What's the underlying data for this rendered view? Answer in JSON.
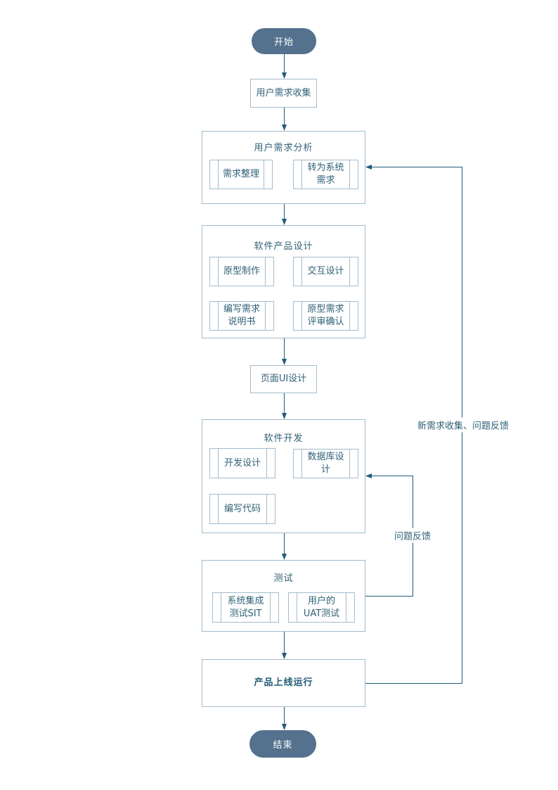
{
  "diagram": {
    "type": "flowchart",
    "nodes": {
      "start": "开始",
      "collect": "用户需求收集",
      "analysis_title": "用户需求分析",
      "analysis_sort": "需求整理",
      "analysis_to_system": "转为系统\n需求",
      "design_title": "软件产品设计",
      "design_prototype": "原型制作",
      "design_interaction": "交互设计",
      "design_spec": "编写需求\n说明书",
      "design_review": "原型需求\n评审确认",
      "ui_design": "页面UI设计",
      "dev_title": "软件开发",
      "dev_design": "开发设计",
      "dev_database": "数据库设\n计",
      "dev_coding": "编写代码",
      "test_title": "测试",
      "test_sit": "系统集成\n测试SIT",
      "test_uat": "用户的\nUAT测试",
      "launch": "产品上线运行",
      "end": "结束"
    },
    "edge_labels": {
      "issue_feedback": "问题反馈",
      "new_requirements_feedback": "新需求收集、问题反馈"
    },
    "colors": {
      "terminator_fill": "#54718d",
      "terminator_text": "#ffffff",
      "box_border": "#a3bccc",
      "connector": "#1f5b7b",
      "text": "#2f6077"
    }
  }
}
